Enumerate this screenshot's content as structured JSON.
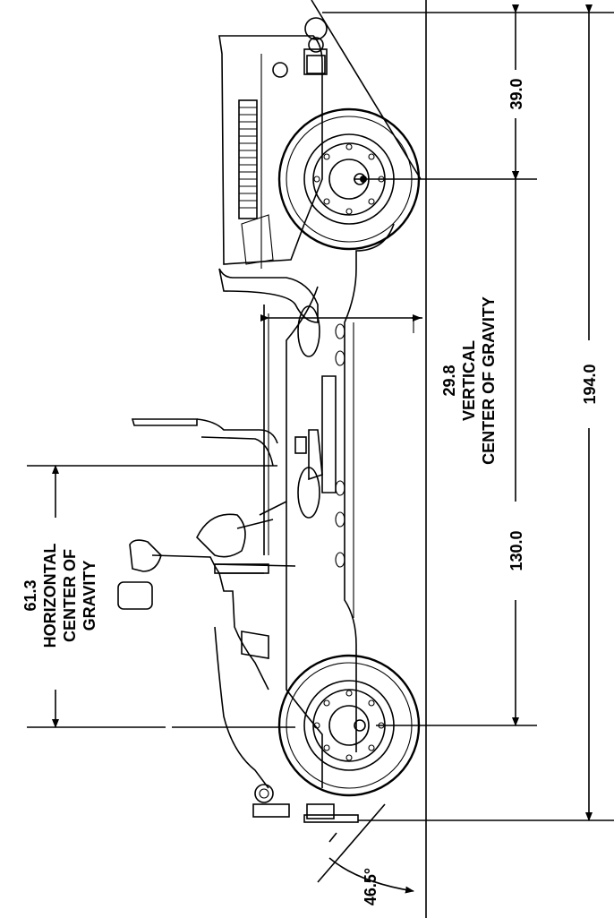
{
  "dimensions": {
    "wheelbase": "130.0",
    "overall_length": "194.0",
    "front_overhang": "39.0",
    "vertical_cg_value": "29.8",
    "horizontal_cg_value": "61.3",
    "departure_angle": "46.5°"
  },
  "labels": {
    "vertical_cg_line1": "VERTICAL",
    "vertical_cg_line2": "CENTER OF GRAVITY",
    "horizontal_cg_line1": "HORIZONTAL",
    "horizontal_cg_line2": "CENTER OF",
    "horizontal_cg_line3": "GRAVITY"
  }
}
